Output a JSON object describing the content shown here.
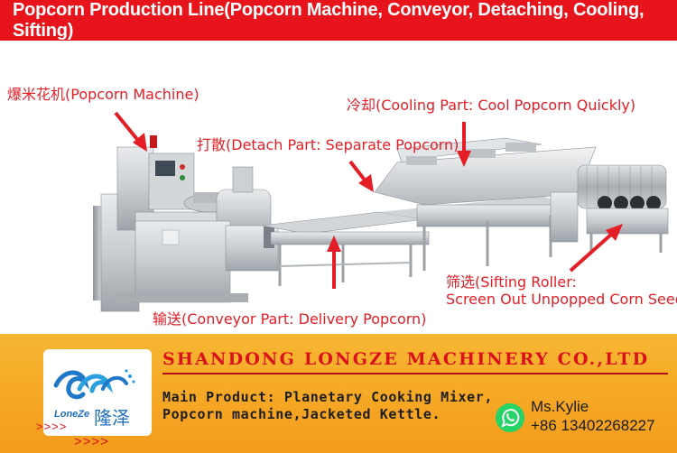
{
  "header": {
    "title": "Popcorn Production Line(Popcorn Machine, Conveyor, Detaching, Cooling, Sifting)"
  },
  "annotations": {
    "popcorn_machine": "爆米花机(Popcorn Machine)",
    "cooling": "冷却(Cooling Part: Cool Popcorn Quickly)",
    "detach": "打散(Detach Part: Separate Popcorn)",
    "sifting_line1": "筛选(Sifting Roller:",
    "sifting_line2": "Screen Out Unpopped Corn Seeds)",
    "conveyor": "输送(Conveyor Part: Delivery Popcorn)"
  },
  "footer": {
    "logo_text": "LoneZe",
    "logo_chinese": "隆泽",
    "company": "SHANDONG LONGZE MACHINERY CO.,LTD",
    "product_line1": "Main Product: Planetary Cooking Mixer,",
    "product_line2": "Popcorn machine,Jacketed Kettle.",
    "contact_name": "Ms.Kylie",
    "contact_phone": "+86 13402268227",
    "chevrons_small": ">>>>",
    "chevrons_large": ">>>>"
  },
  "colors": {
    "title_bg": "#e8141b",
    "annotation": "#e41e26",
    "footer_bg": "#f5a623",
    "company": "#d9121c",
    "whatsapp": "#25d366"
  }
}
